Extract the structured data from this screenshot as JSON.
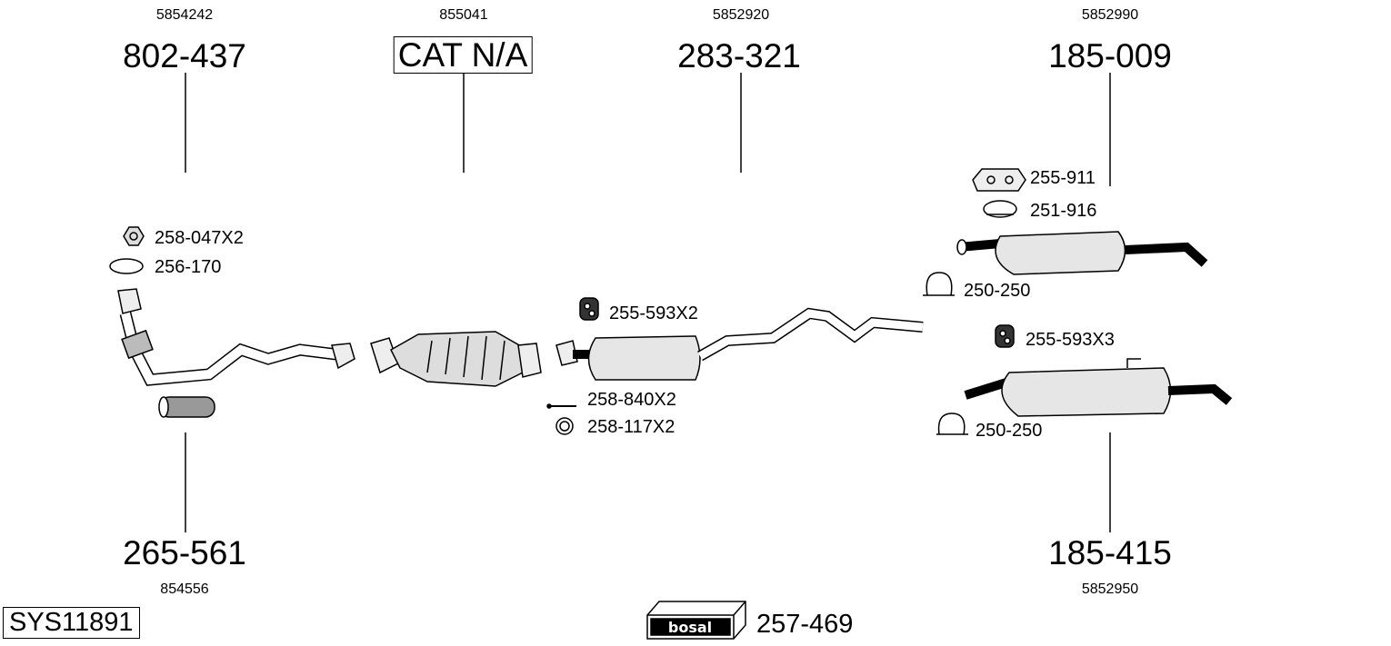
{
  "parts": {
    "downpipe": {
      "oem": "5854242",
      "number": "802-437"
    },
    "catalyst": {
      "oem": "855041",
      "number": "CAT N/A"
    },
    "middle": {
      "oem": "5852920",
      "number": "283-321"
    },
    "rear_top": {
      "oem": "5852990",
      "number": "185-009"
    },
    "flex": {
      "oem": "854556",
      "number": "265-561"
    },
    "rear_bottom": {
      "oem": "5852950",
      "number": "185-415"
    }
  },
  "accessories": {
    "nut": "258-047X2",
    "gasket": "256-170",
    "rubber_mount_mid": "255-593X2",
    "bolt": "258-840X2",
    "ring": "258-117X2",
    "bracket": "255-911",
    "clamp_top": "251-916",
    "clamp_a": "250-250",
    "rubber_mount_rear": "255-593X3",
    "clamp_b": "250-250"
  },
  "system_id": "SYS11891",
  "brand": {
    "logo_text": "bosal",
    "kit_number": "257-469"
  }
}
